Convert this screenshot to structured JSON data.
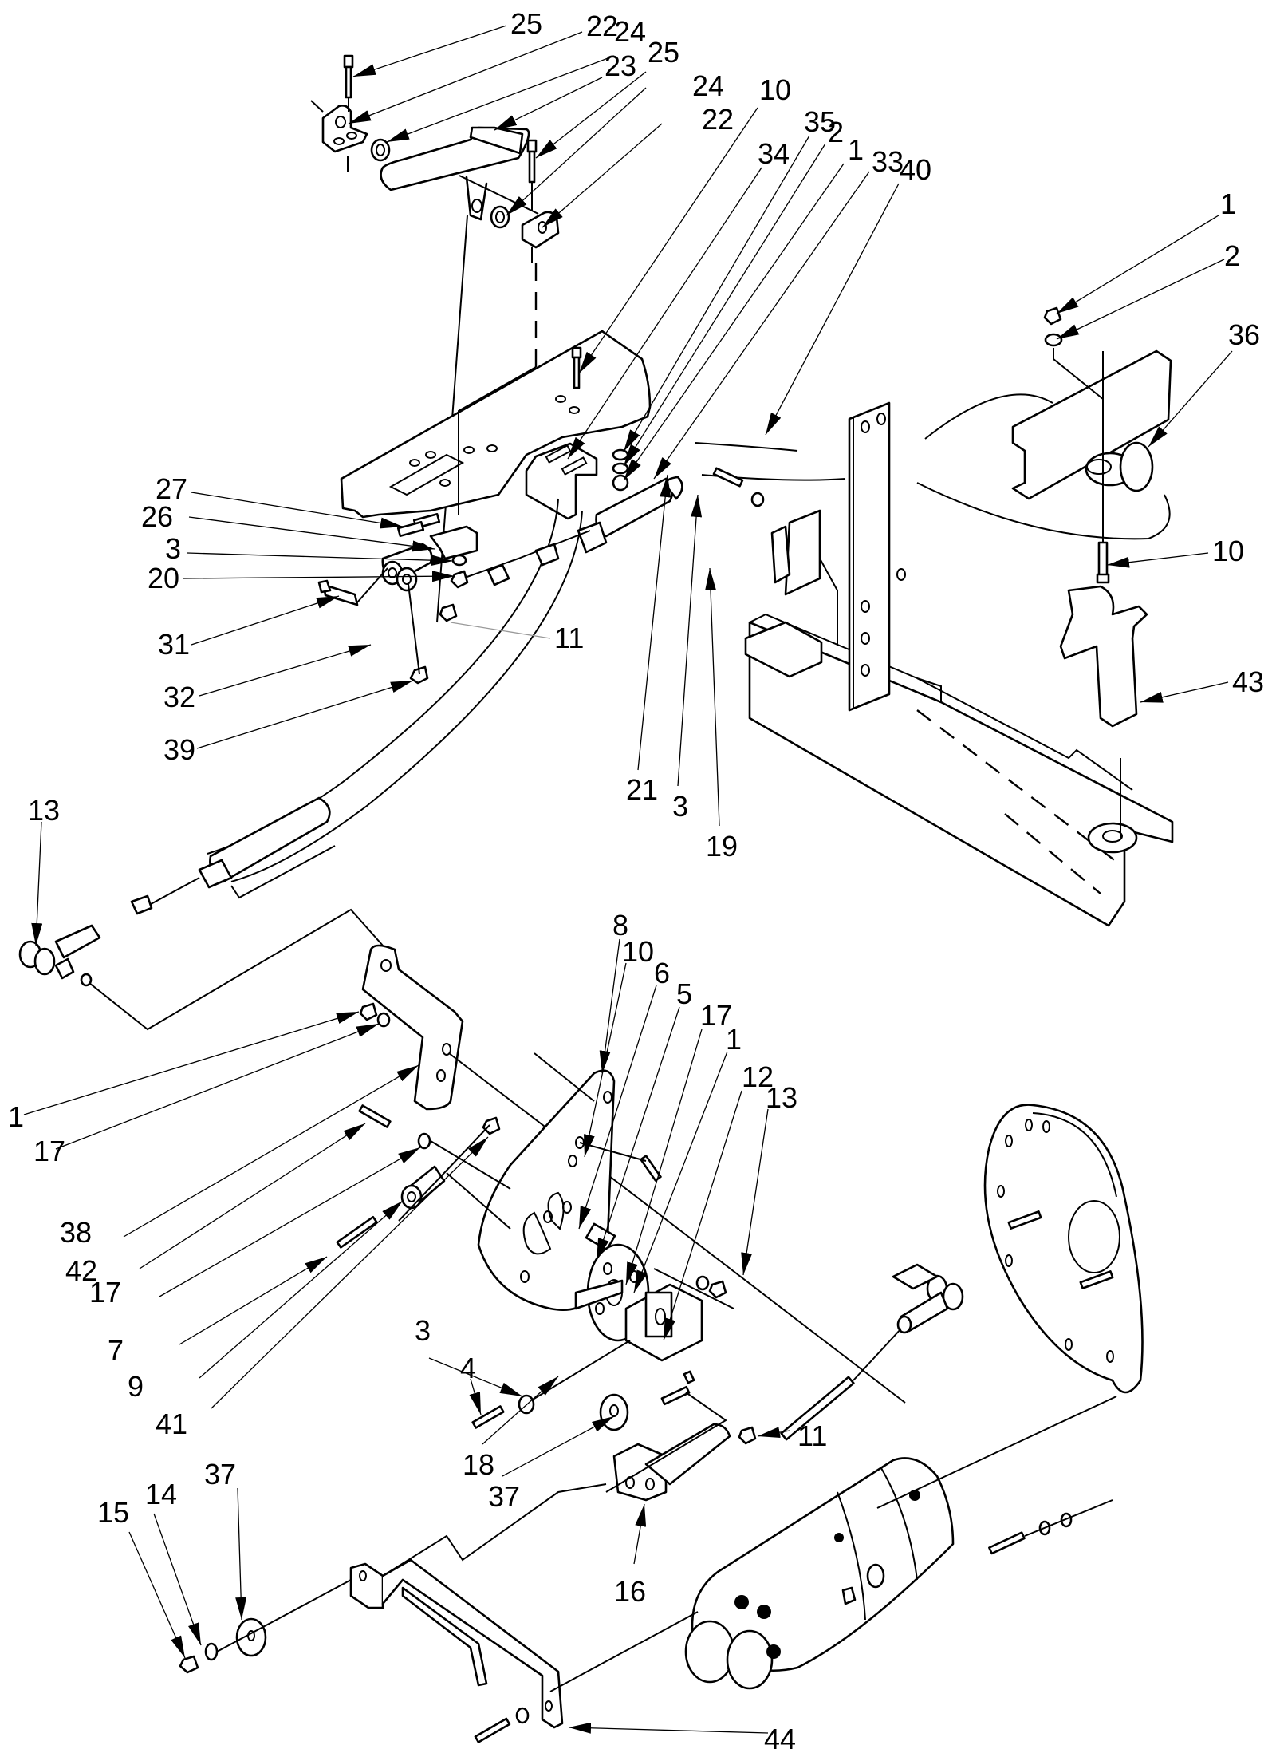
{
  "diagram": {
    "type": "exploded-parts-diagram",
    "subject": "Pedal, control cable and mounting bracket assembly",
    "callouts": [
      {
        "id": "c-25a",
        "label": "25"
      },
      {
        "id": "c-22a",
        "label": "22"
      },
      {
        "id": "c-24a",
        "label": "24"
      },
      {
        "id": "c-23",
        "label": "23"
      },
      {
        "id": "c-25b",
        "label": "25"
      },
      {
        "id": "c-24b",
        "label": "24"
      },
      {
        "id": "c-22b",
        "label": "22"
      },
      {
        "id": "c-10a",
        "label": "10"
      },
      {
        "id": "c-34",
        "label": "34"
      },
      {
        "id": "c-35",
        "label": "35"
      },
      {
        "id": "c-2a",
        "label": "2"
      },
      {
        "id": "c-1a",
        "label": "1"
      },
      {
        "id": "c-33",
        "label": "33"
      },
      {
        "id": "c-40",
        "label": "40"
      },
      {
        "id": "c-1b",
        "label": "1"
      },
      {
        "id": "c-2b",
        "label": "2"
      },
      {
        "id": "c-36",
        "label": "36"
      },
      {
        "id": "c-10b",
        "label": "10"
      },
      {
        "id": "c-27",
        "label": "27"
      },
      {
        "id": "c-26",
        "label": "26"
      },
      {
        "id": "c-3a",
        "label": "3"
      },
      {
        "id": "c-20",
        "label": "20"
      },
      {
        "id": "c-31",
        "label": "31"
      },
      {
        "id": "c-11a",
        "label": "11"
      },
      {
        "id": "c-32",
        "label": "32"
      },
      {
        "id": "c-39",
        "label": "39"
      },
      {
        "id": "c-21",
        "label": "21"
      },
      {
        "id": "c-3b",
        "label": "3"
      },
      {
        "id": "c-19",
        "label": "19"
      },
      {
        "id": "c-43",
        "label": "43"
      },
      {
        "id": "c-13a",
        "label": "13"
      },
      {
        "id": "c-8",
        "label": "8"
      },
      {
        "id": "c-10c",
        "label": "10"
      },
      {
        "id": "c-6",
        "label": "6"
      },
      {
        "id": "c-5",
        "label": "5"
      },
      {
        "id": "c-17a",
        "label": "17"
      },
      {
        "id": "c-1c",
        "label": "1"
      },
      {
        "id": "c-12",
        "label": "12"
      },
      {
        "id": "c-13b",
        "label": "13"
      },
      {
        "id": "c-1d",
        "label": "1"
      },
      {
        "id": "c-17b",
        "label": "17"
      },
      {
        "id": "c-38",
        "label": "38"
      },
      {
        "id": "c-42",
        "label": "42"
      },
      {
        "id": "c-17c",
        "label": "17"
      },
      {
        "id": "c-7",
        "label": "7"
      },
      {
        "id": "c-9",
        "label": "9"
      },
      {
        "id": "c-41",
        "label": "41"
      },
      {
        "id": "c-3c",
        "label": "3"
      },
      {
        "id": "c-4",
        "label": "4"
      },
      {
        "id": "c-18",
        "label": "18"
      },
      {
        "id": "c-11b",
        "label": "11"
      },
      {
        "id": "c-37a",
        "label": "37"
      },
      {
        "id": "c-16",
        "label": "16"
      },
      {
        "id": "c-15",
        "label": "15"
      },
      {
        "id": "c-14",
        "label": "14"
      },
      {
        "id": "c-37b",
        "label": "37"
      },
      {
        "id": "c-44",
        "label": "44"
      }
    ]
  }
}
